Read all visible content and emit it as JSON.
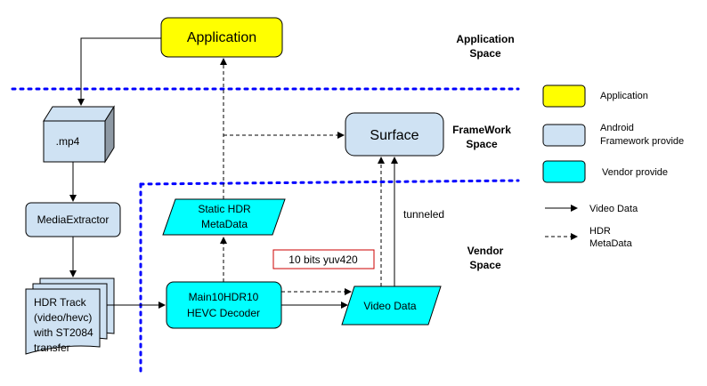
{
  "nodes": {
    "application": "Application",
    "mp4": ".mp4",
    "media_extractor": "MediaExtractor",
    "hdr_track": [
      "HDR Track",
      "(video/hevc)",
      "with ST2084",
      "transfer"
    ],
    "decoder": [
      "Main10HDR10",
      "HEVC Decoder"
    ],
    "static_hdr": [
      "Static HDR",
      "MetaData"
    ],
    "video_data": "Video Data",
    "surface": "Surface",
    "yuv_label": "10 bits yuv420",
    "tunneled": "tunneled"
  },
  "spaces": {
    "application": [
      "Application",
      "Space"
    ],
    "framework": [
      "FrameWork",
      "Space"
    ],
    "vendor": [
      "Vendor",
      "Space"
    ]
  },
  "legend": {
    "application": {
      "label": "Application",
      "color": "#ffff00"
    },
    "framework": {
      "label": [
        "Android",
        "Framework provide"
      ],
      "color": "#cfe2f3"
    },
    "vendor": {
      "label": "Vendor provide",
      "color": "#00ffff"
    },
    "video_data": "Video Data",
    "hdr_metadata": [
      "HDR",
      "MetaData"
    ]
  },
  "colors": {
    "application": "#ffff00",
    "framework": "#cfe2f3",
    "vendor": "#00ffff",
    "boundary": "#0000ff",
    "yuv_border": "#cc0000"
  }
}
